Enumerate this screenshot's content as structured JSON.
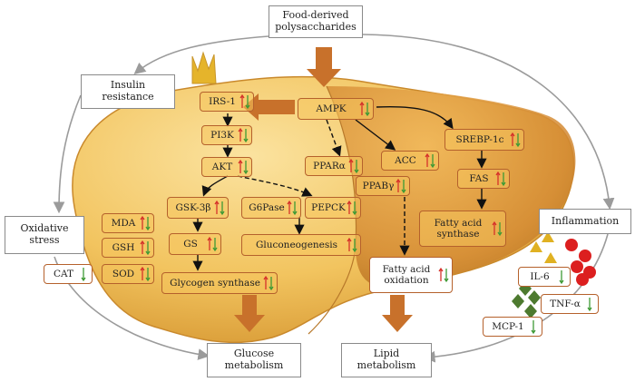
{
  "header": {
    "food": "Food-derived\npolysaccharides"
  },
  "outer": {
    "insulin": "Insulin\nresistance",
    "oxidative": "Oxidative\nstress",
    "inflammation": "Inflammation",
    "glucose": "Glucose\nmetabolism",
    "lipid": "Lipid\nmetabolism"
  },
  "nodes": {
    "irs1": "IRS-1",
    "pi3k": "PI3K",
    "akt": "AKT",
    "ampk": "AMPK",
    "ppara": "PPARα",
    "acc": "ACC",
    "srebp": "SREBP-1c",
    "fas": "FAS",
    "ppab": "PPABγ",
    "gsk3b": "GSK-3β",
    "g6pase": "G6Pase",
    "pepck": "PEPCK",
    "gs": "GS",
    "gluconeo": "Gluconeogenesis",
    "glycogen": "Glycogen synthase",
    "fa_synth": "Fatty acid\nsynthase",
    "fa_ox": "Fatty acid\noxidation",
    "mda": "MDA",
    "gsh": "GSH",
    "sod": "SOD",
    "cat": "CAT",
    "il6": "IL-6",
    "tnfa": "TNF-α",
    "mcp1": "MCP-1"
  },
  "colors": {
    "liver_light": "#f7d27a",
    "liver_mid": "#eeb547",
    "liver_dark": "#c9892c",
    "heavy_arrow": "#c8712b",
    "up_arrow": "#d6322b",
    "down_arrow": "#3f9a35",
    "gray_arrow": "#9b9b9b",
    "triangle": "#e0b122",
    "circle": "#dc1f1f",
    "diamond": "#4d7a2f"
  }
}
